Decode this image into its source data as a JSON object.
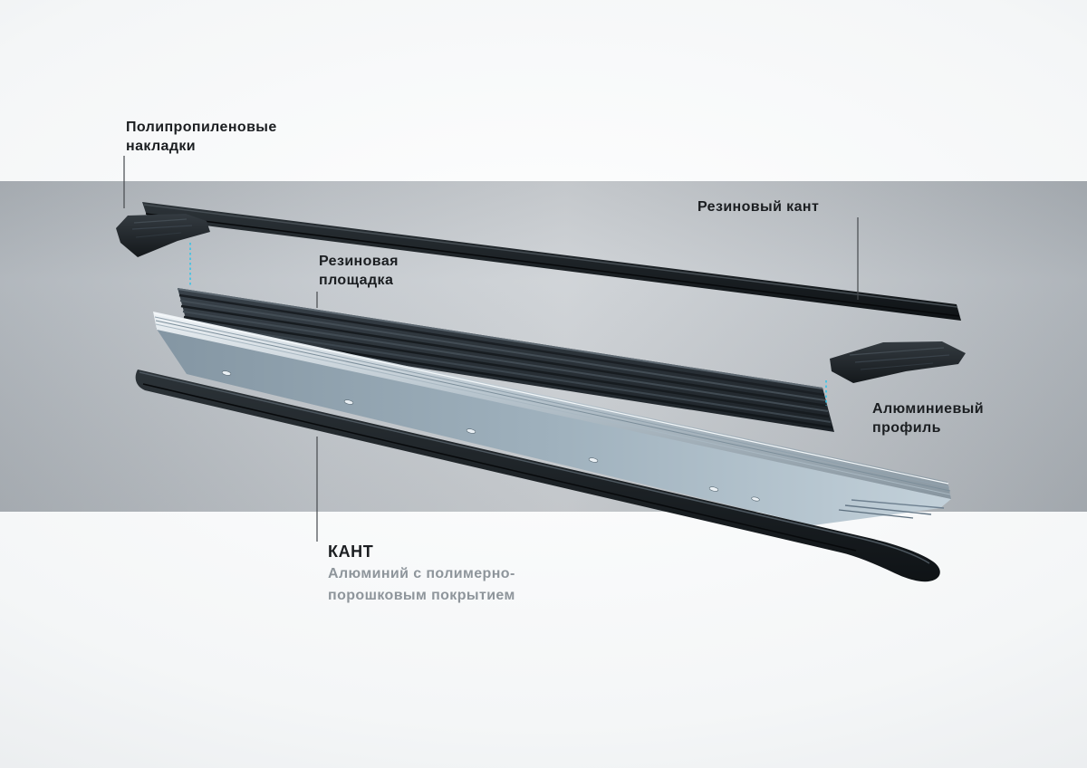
{
  "diagram": {
    "labels": {
      "pads": {
        "line1": "Полипропиленовые",
        "line2": "накладки"
      },
      "rubber_edge": "Резиновый кант",
      "rubber_platform": {
        "line1": "Резиновая",
        "line2": "площадка"
      },
      "alu_profile": {
        "line1": "Алюминиевый",
        "line2": "профиль"
      },
      "kant_title": "КАНТ",
      "kant_sub": {
        "line1": "Алюминий с полимерно-",
        "line2": "порошковым покрытием"
      }
    },
    "colors": {
      "band": "#c3c8cd",
      "dark_plastic": "#1d2327",
      "aluminum": "#aebdc8",
      "accent_dashed": "#35c4e8",
      "label_text": "#1b1e21",
      "label_muted": "#8e959b"
    }
  }
}
